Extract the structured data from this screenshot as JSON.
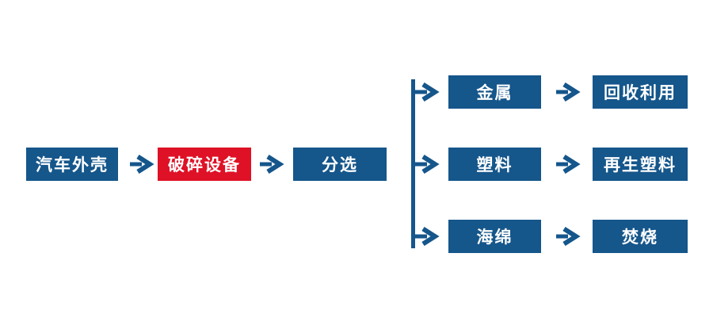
{
  "flowchart": {
    "main_flow": {
      "input": {
        "label": "汽车外壳"
      },
      "process": {
        "label": "破碎设备"
      },
      "sorting": {
        "label": "分选"
      }
    },
    "branches": [
      {
        "material": "金属",
        "outcome": "回收利用"
      },
      {
        "material": "塑料",
        "outcome": "再生塑料"
      },
      {
        "material": "海绵",
        "outcome": "焚烧"
      }
    ],
    "colors": {
      "node_blue": "#15568B",
      "node_red": "#DE1126",
      "connector": "#15568B",
      "text": "#FFFFFF",
      "background": "#FFFFFF"
    }
  }
}
